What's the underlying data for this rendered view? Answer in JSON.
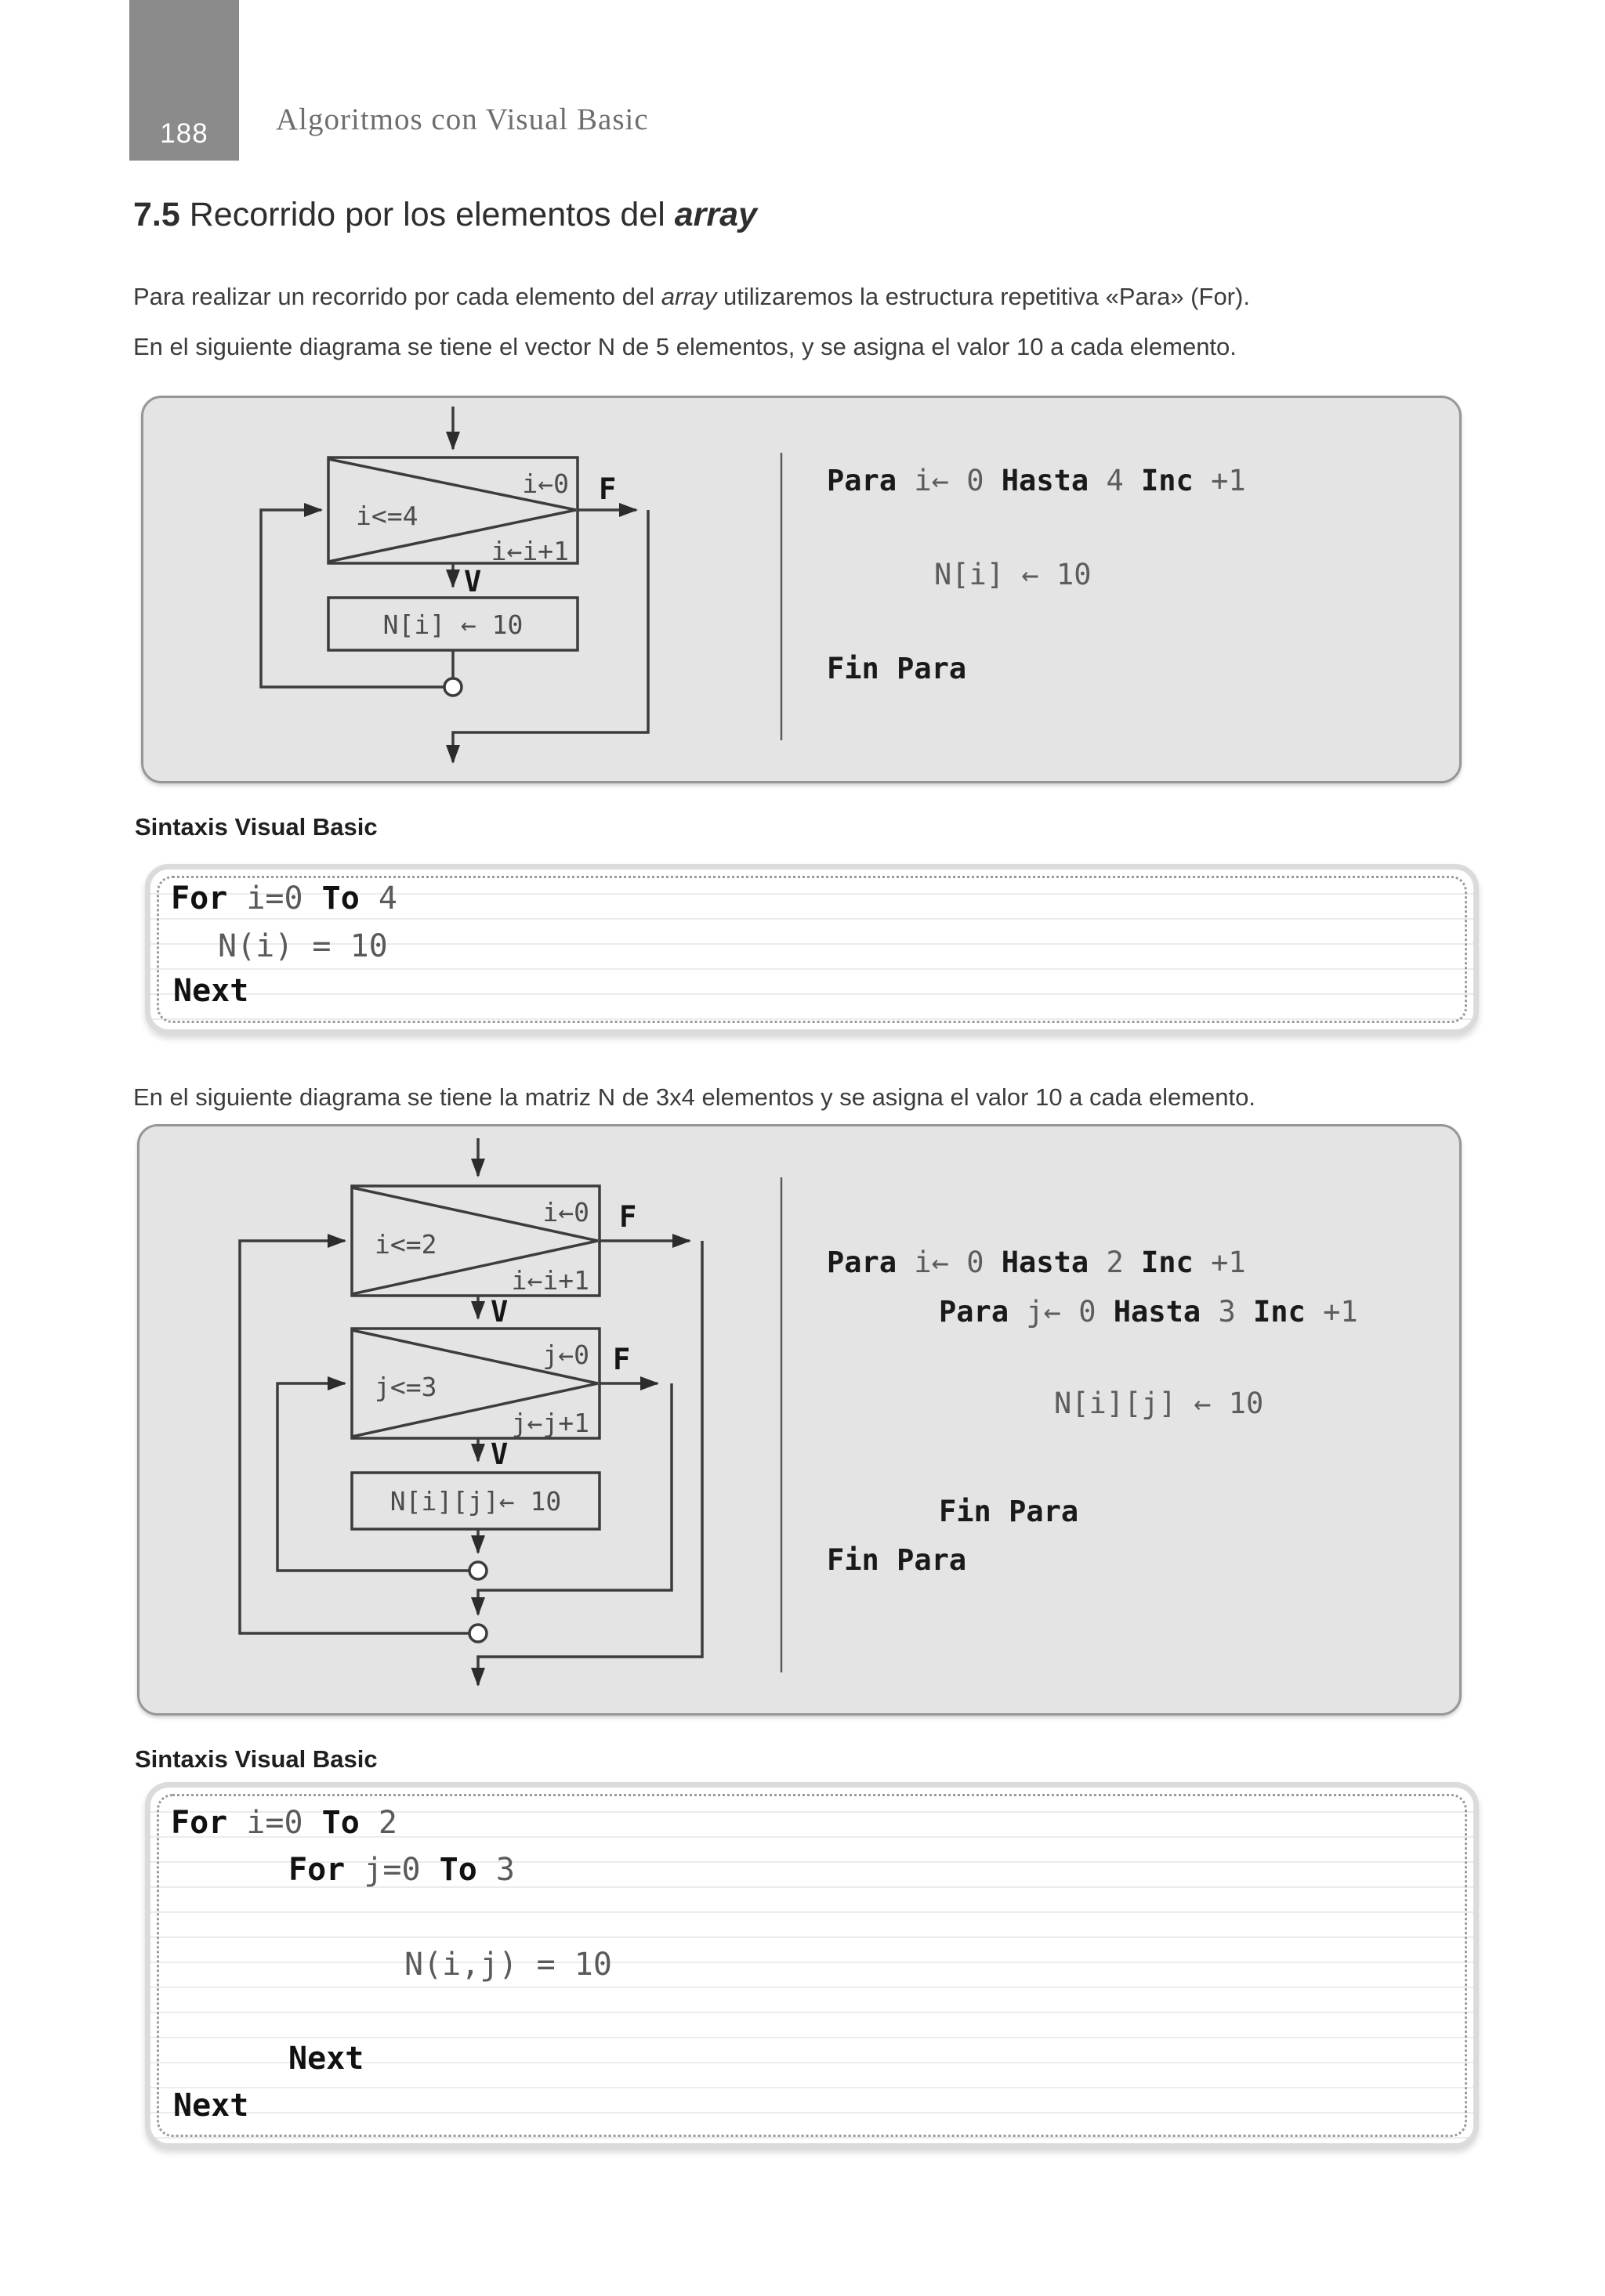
{
  "header": {
    "page_number": "188",
    "book_title": "Algoritmos con Visual Basic"
  },
  "section_title": {
    "number": "7.5 ",
    "text": "Recorrido por los elementos del ",
    "emphasis": "array"
  },
  "paragraphs": {
    "p1": [
      {
        "text": "Para realizar un recorrido por cada elemento del "
      },
      {
        "text": "array",
        "italic": true
      },
      {
        "text": " utilizaremos la estructura repetitiva «"
      },
      {
        "text": "Para",
        "bold": true
      },
      {
        "text": "» (For)."
      }
    ],
    "p2": [
      {
        "text": "En el siguiente diagrama se tiene el "
      },
      {
        "text": "vector",
        "bold": true
      },
      {
        "text": " N de 5 elementos, y se asigna el valor 10 a cada elemento."
      }
    ],
    "p3": [
      {
        "text": "En el siguiente diagrama se tiene la "
      },
      {
        "text": "matriz",
        "bold": true
      },
      {
        "text": " N de 3x4 elementos y se asigna el valor 10 a cada elemento."
      }
    ]
  },
  "diagram1": {
    "flowchart": {
      "init": "i←0",
      "condition": "i<=4",
      "increment": "i←i+1",
      "false_label": "F",
      "true_label": "V",
      "process": "N[i] ←  10"
    },
    "pseudocode": {
      "line1": [
        {
          "text": "Para ",
          "bold": true
        },
        {
          "text": "i← 0 "
        },
        {
          "text": "Hasta ",
          "bold": true
        },
        {
          "text": "4 "
        },
        {
          "text": "Inc ",
          "bold": true
        },
        {
          "text": "+1"
        }
      ],
      "line2": [
        {
          "text": "N[i] ← 10"
        }
      ],
      "line3": [
        {
          "text": "Fin Para",
          "bold": true
        }
      ]
    }
  },
  "syntax1": {
    "heading": "Sintaxis Visual Basic",
    "code": {
      "line1": [
        {
          "text": "For ",
          "bold": true
        },
        {
          "text": "i=0 "
        },
        {
          "text": "To ",
          "bold": true
        },
        {
          "text": "4"
        }
      ],
      "line2": [
        {
          "text": "N(i) = 10"
        }
      ],
      "line3": [
        {
          "text": "Next",
          "bold": true
        }
      ]
    }
  },
  "diagram2": {
    "flowchart": {
      "outer": {
        "init": "i←0",
        "condition": "i<=2",
        "increment": "i←i+1",
        "false_label": "F",
        "true_label": "V"
      },
      "inner": {
        "init": "j←0",
        "condition": "j<=3",
        "increment": "j←j+1",
        "false_label": "F",
        "true_label": "V"
      },
      "process": "N[i][j]← 10"
    },
    "pseudocode": {
      "line1": [
        {
          "text": "Para ",
          "bold": true
        },
        {
          "text": "i← 0 "
        },
        {
          "text": "Hasta ",
          "bold": true
        },
        {
          "text": "2 "
        },
        {
          "text": "Inc ",
          "bold": true
        },
        {
          "text": "+1"
        }
      ],
      "line2": [
        {
          "text": "Para ",
          "bold": true
        },
        {
          "text": "j← 0 "
        },
        {
          "text": "Hasta ",
          "bold": true
        },
        {
          "text": "3 "
        },
        {
          "text": "Inc ",
          "bold": true
        },
        {
          "text": "+1"
        }
      ],
      "line3": [
        {
          "text": "N[i][j] ← 10"
        }
      ],
      "line4": [
        {
          "text": "Fin Para",
          "bold": true
        }
      ],
      "line5": [
        {
          "text": "Fin Para",
          "bold": true
        }
      ]
    }
  },
  "syntax2": {
    "heading": "Sintaxis Visual Basic",
    "code": {
      "line1": [
        {
          "text": "For ",
          "bold": true
        },
        {
          "text": "i=0 "
        },
        {
          "text": "To ",
          "bold": true
        },
        {
          "text": "2"
        }
      ],
      "line2": [
        {
          "text": "For ",
          "bold": true
        },
        {
          "text": "j=0 "
        },
        {
          "text": "To ",
          "bold": true
        },
        {
          "text": "3"
        }
      ],
      "line3": [
        {
          "text": "N(i,j) = 10"
        }
      ],
      "line4": [
        {
          "text": "Next",
          "bold": true
        }
      ],
      "line5": [
        {
          "text": "Next",
          "bold": true
        }
      ]
    }
  },
  "colors": {
    "header_tab": "#8b8b8b",
    "panel_fill": "#e4e4e4",
    "panel_border": "#969696",
    "flow_line": "#3c3c3c",
    "code_keyword": "#111111",
    "code_plain": "#5a5a5a"
  }
}
